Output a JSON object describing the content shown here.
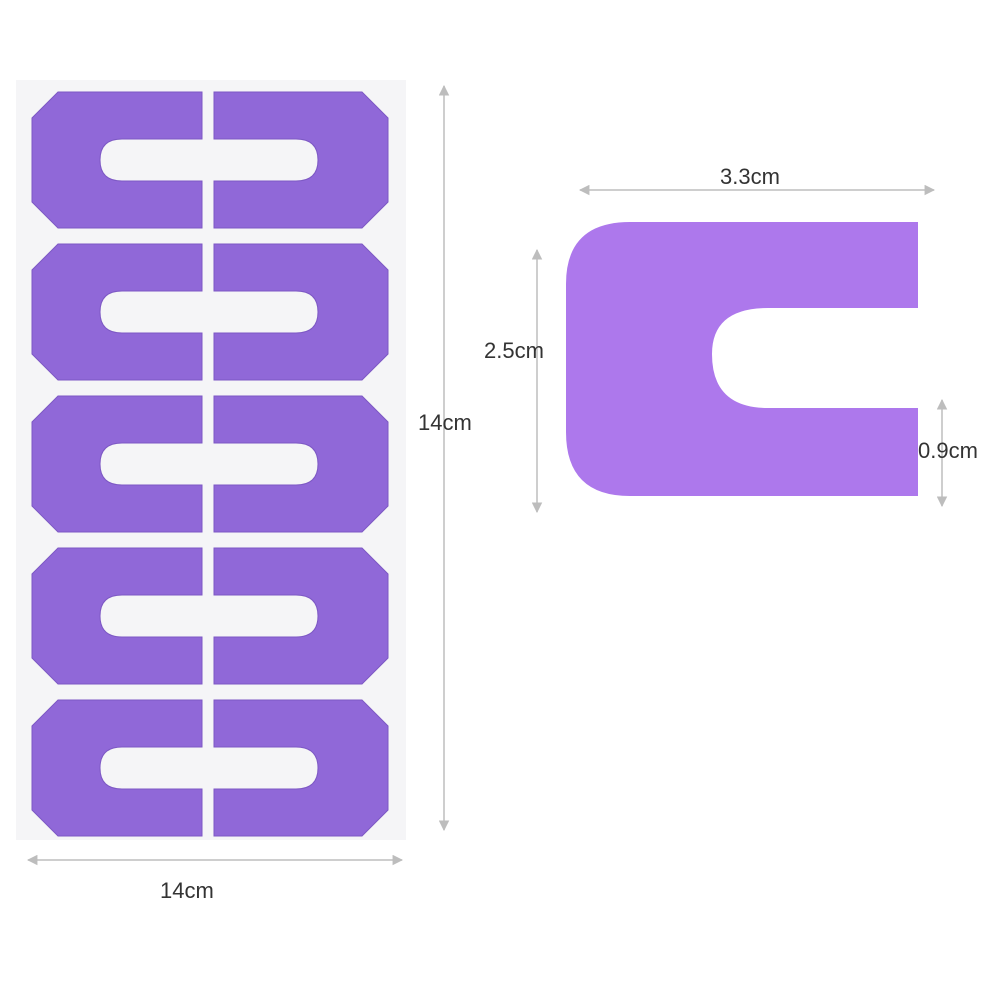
{
  "colors": {
    "sheet_bg": "#f5f5f7",
    "sticker_fill": "#9068d8",
    "sticker_outline": "#7d58c4",
    "single_sticker_fill": "#ad78ec",
    "dimension_line": "#bdbdbd",
    "label_text": "#333333"
  },
  "sheet": {
    "rows": 5,
    "columns": 2,
    "width_label": "14cm",
    "height_label": "14cm"
  },
  "single_piece": {
    "width_label": "3.3cm",
    "height_label": "2.5cm",
    "opening_label": "0.9cm"
  }
}
